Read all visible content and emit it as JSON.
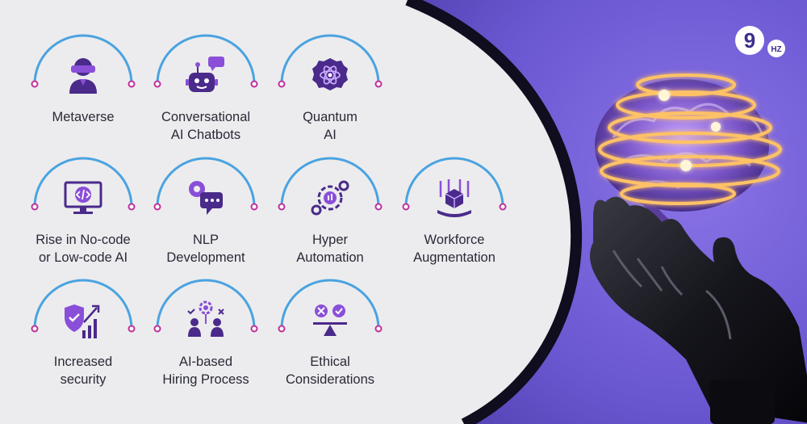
{
  "brand": {
    "logo_mark": "9",
    "logo_suffix": "HZ"
  },
  "colors": {
    "panel": "#ececee",
    "panel_border": "#0f0d1e",
    "arc_blue": "#4aa3e0",
    "dot_pink": "#c0309a",
    "icon_purple": "#4a2a8a",
    "icon_accent": "#8a4fd8",
    "label": "#2a2a38",
    "glow": "#ffb347"
  },
  "items": [
    {
      "id": "metaverse",
      "icon": "vr-headset-icon",
      "lines": [
        "Metaverse"
      ]
    },
    {
      "id": "chatbots",
      "icon": "robot-chat-icon",
      "lines": [
        "Conversational",
        "AI Chatbots"
      ]
    },
    {
      "id": "quantum",
      "icon": "atom-icon",
      "lines": [
        "Quantum",
        "AI"
      ]
    },
    {
      "id": "nocode",
      "icon": "code-monitor-icon",
      "lines": [
        "Rise in No-code",
        "or Low-code AI"
      ]
    },
    {
      "id": "nlp",
      "icon": "nlp-chat-icon",
      "lines": [
        "NLP",
        "Development"
      ]
    },
    {
      "id": "hyper",
      "icon": "gears-automation-icon",
      "lines": [
        "Hyper",
        "Automation"
      ]
    },
    {
      "id": "workforce",
      "icon": "cube-platform-icon",
      "lines": [
        "Workforce",
        "Augmentation"
      ]
    },
    {
      "id": "security",
      "icon": "shield-chart-icon",
      "lines": [
        "Increased",
        "security"
      ]
    },
    {
      "id": "hiring",
      "icon": "hiring-people-icon",
      "lines": [
        "AI-based",
        "Hiring Process"
      ]
    },
    {
      "id": "ethics",
      "icon": "balance-scale-icon",
      "lines": [
        "Ethical",
        "Considerations"
      ]
    }
  ]
}
